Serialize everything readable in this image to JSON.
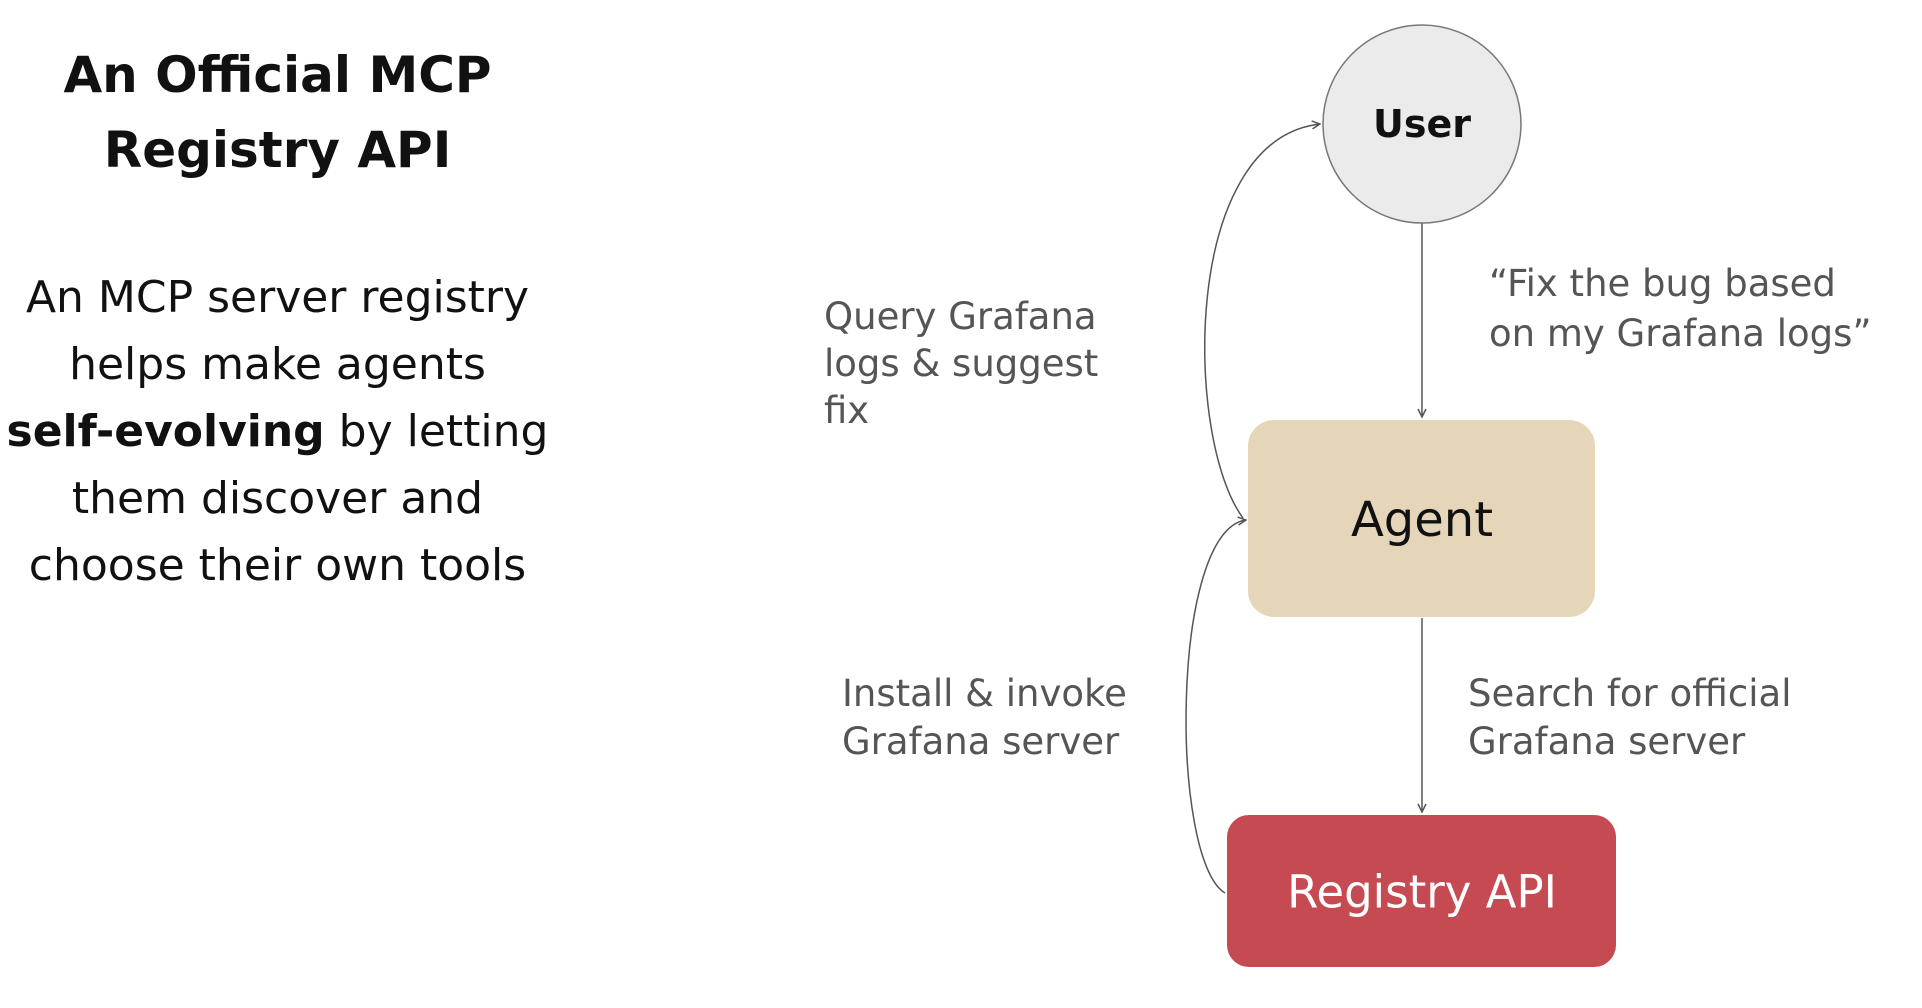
{
  "slide": {
    "title_lines": [
      "An Official MCP",
      "Registry API"
    ],
    "body": {
      "line1": "An MCP server registry",
      "line2": "helps make agents",
      "line3_bold": "self-evolving",
      "line3_rest": " by letting",
      "line4": "them discover and",
      "line5": "choose their own tools"
    }
  },
  "diagram": {
    "nodes": {
      "user": {
        "label": "User",
        "fill": "#ebebeb",
        "stroke": "#777777"
      },
      "agent": {
        "label": "Agent",
        "fill": "#e5d6b9"
      },
      "registry": {
        "label": "Registry API",
        "fill": "#c64a52",
        "text_color": "#ffffff"
      }
    },
    "edges": {
      "user_to_agent": [
        "“Fix the bug based",
        "on my Grafana logs”"
      ],
      "agent_to_user": [
        "Query Grafana",
        "logs & suggest",
        "fix"
      ],
      "agent_to_registry": [
        "Search for official",
        "Grafana server"
      ],
      "registry_to_agent": [
        "Install & invoke",
        "Grafana server"
      ]
    },
    "line_color": "#555555"
  }
}
